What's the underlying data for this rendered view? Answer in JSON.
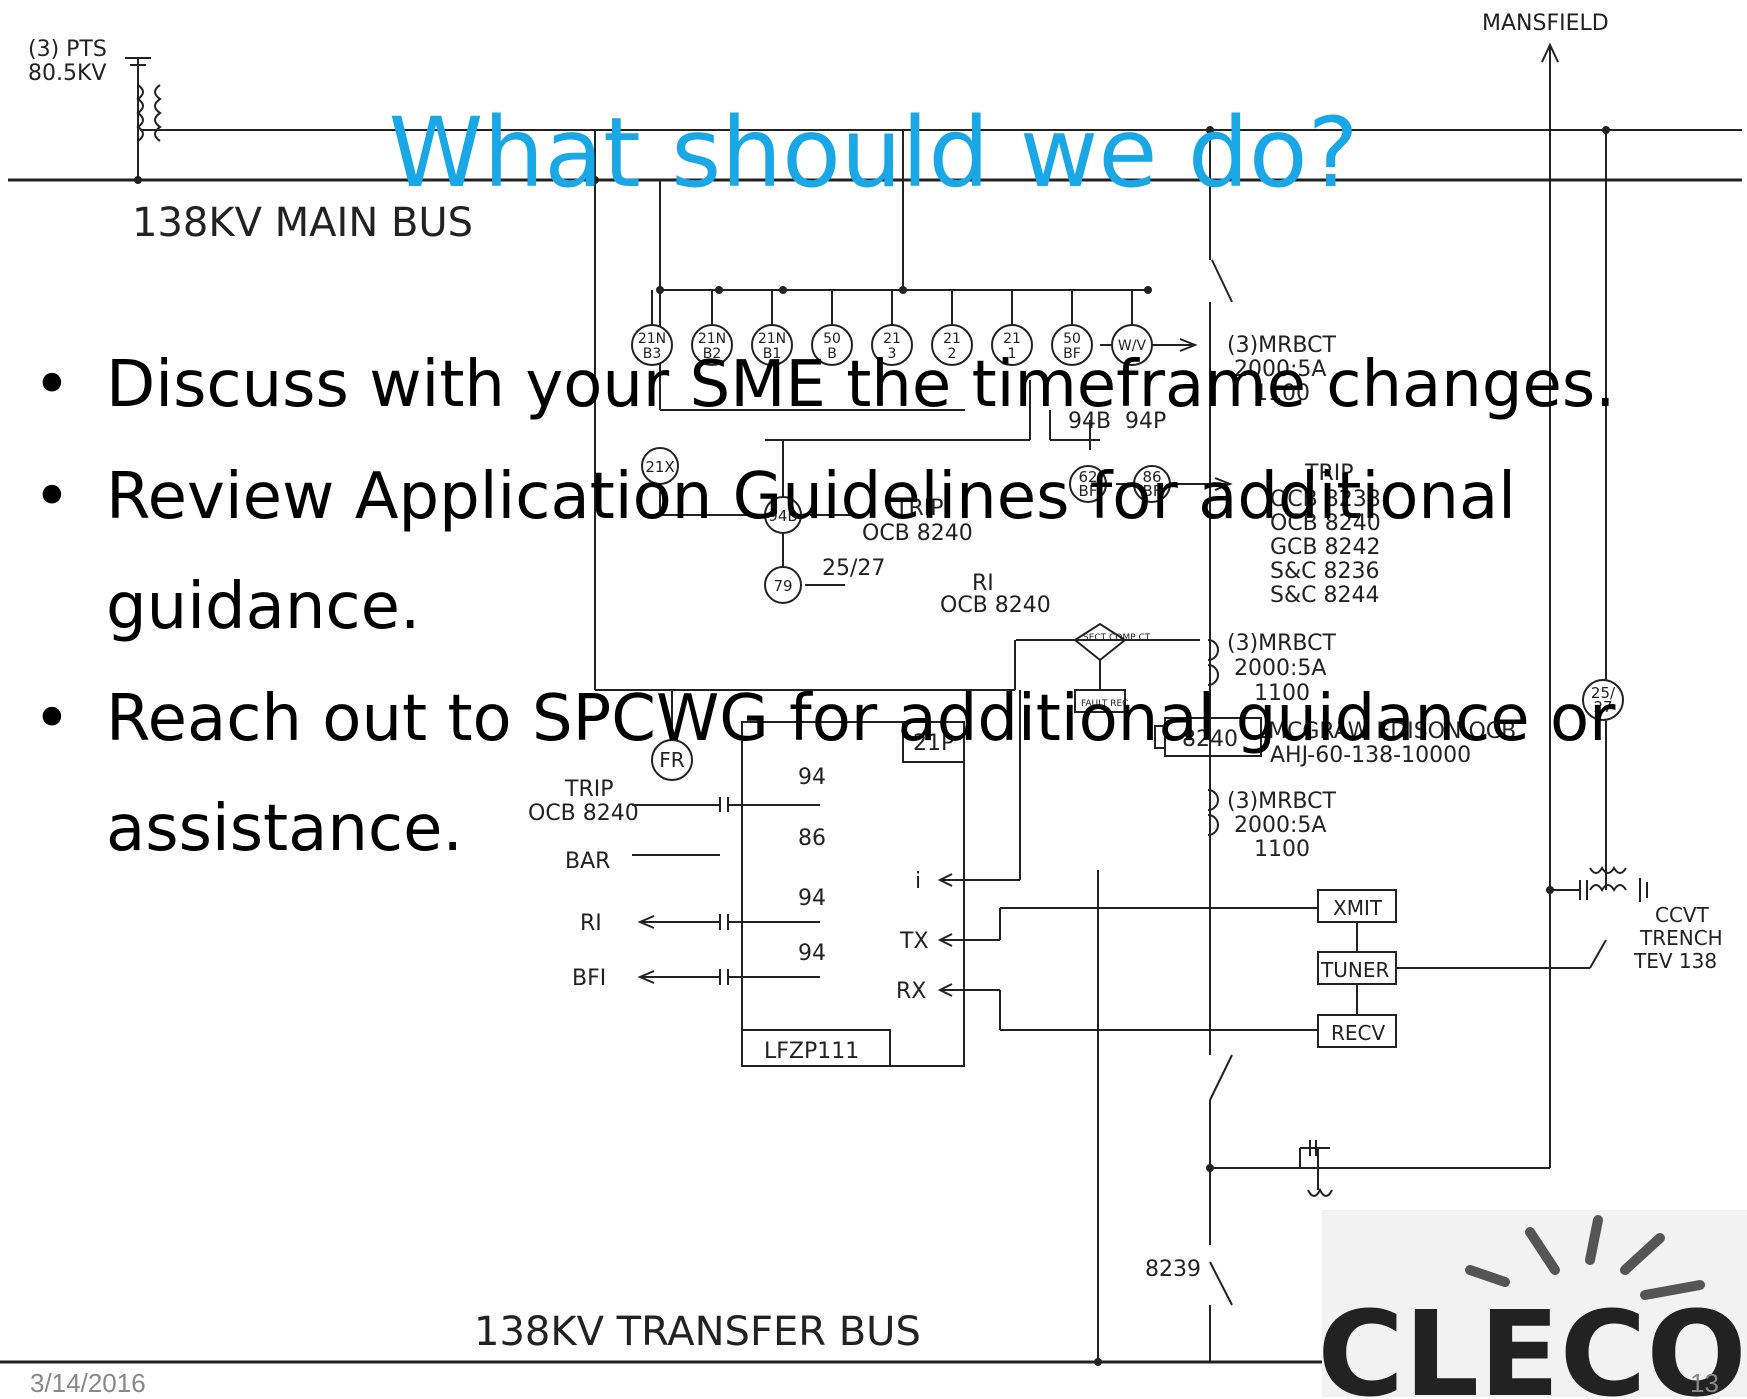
{
  "slide": {
    "title": "What should we do?",
    "bullets": [
      "Discuss with your SME the timeframe changes.",
      "Review Application Guidelines for additional guidance.",
      "Reach out to SPCWG for additional guidance or assistance."
    ],
    "bullet_symbol": "•",
    "date": "3/14/2016",
    "page_number": "13",
    "title_color": "#1aa7e6"
  },
  "logo": {
    "text": "CLECO"
  },
  "diagram": {
    "labels": {
      "pts": "(3) PTS",
      "pts_kv": "80.5KV",
      "mansfield": "MANSFIELD",
      "main_bus": "138KV  MAIN  BUS",
      "transfer_bus": "138KV  TRANSFER  BUS",
      "mrbct_top": "(3)MRBCT",
      "mrbct_top_ratio": "2000:5A",
      "mrbct_top_tap": "1100",
      "mrbct_mid": "(3)MRBCT",
      "mrbct_mid_ratio": "2000:5A",
      "mrbct_mid_tap": "1100",
      "mrbct_low": "(3)MRBCT",
      "mrbct_low_ratio": "2000:5A",
      "mrbct_low_tap": "1100",
      "r94b": "94B",
      "r94p": "94P",
      "trip_head": "TRIP",
      "trip_ocb1": "OCB  8238",
      "trip_ocb2": "OCB  8240",
      "trip_gcb": "GCB  8242",
      "trip_sc1": "S&C  8236",
      "trip_sc2": "S&C  8244",
      "trip_94b": "TRIP",
      "trip_94b_ocb": "OCB  8240",
      "r2527": "25/27",
      "ri_top": "RI",
      "ri_top_ocb": "OCB  8240",
      "breaker": "8240",
      "breaker_desc1": "MCGRAW  EDISON  OCB",
      "breaker_desc2": "AHJ-60-138-10000",
      "relay_21p": "21P",
      "relay_model": "LFZP111",
      "c94_1": "94",
      "c86": "86",
      "c94_2": "94",
      "c94_3": "94",
      "trip_left": "TRIP",
      "trip_left_ocb": "OCB  8240",
      "bar": "BAR",
      "ri_left": "RI",
      "bfi": "BFI",
      "i_term": "i",
      "tx": "TX",
      "rx": "RX",
      "xmit": "XMIT",
      "tuner": "TUNER",
      "recv": "RECV",
      "ccvt1": "CCVT",
      "ccvt2": "TRENCH",
      "ccvt3": "TEV  138",
      "switch_8239": "8239",
      "fault_rec": "FAULT REC",
      "sect_comp": "SECT COMP CT"
    },
    "relays": [
      {
        "top": "21N",
        "bot": "B3"
      },
      {
        "top": "21N",
        "bot": "B2"
      },
      {
        "top": "21N",
        "bot": "B1"
      },
      {
        "top": "50",
        "bot": "B"
      },
      {
        "top": "21",
        "bot": "3"
      },
      {
        "top": "21",
        "bot": "2"
      },
      {
        "top": "21",
        "bot": "1"
      },
      {
        "top": "50",
        "bot": "BF"
      },
      {
        "top": "W/V",
        "bot": ""
      }
    ],
    "aux_relays": {
      "r21x": "21X",
      "r94b": "94B",
      "r79": "79",
      "r62_top": "62",
      "r62_bot": "BF",
      "r86_top": "86",
      "r86_bot": "BF",
      "fr": "FR",
      "r2527_top": "25/",
      "r2527_bot": "27"
    }
  }
}
